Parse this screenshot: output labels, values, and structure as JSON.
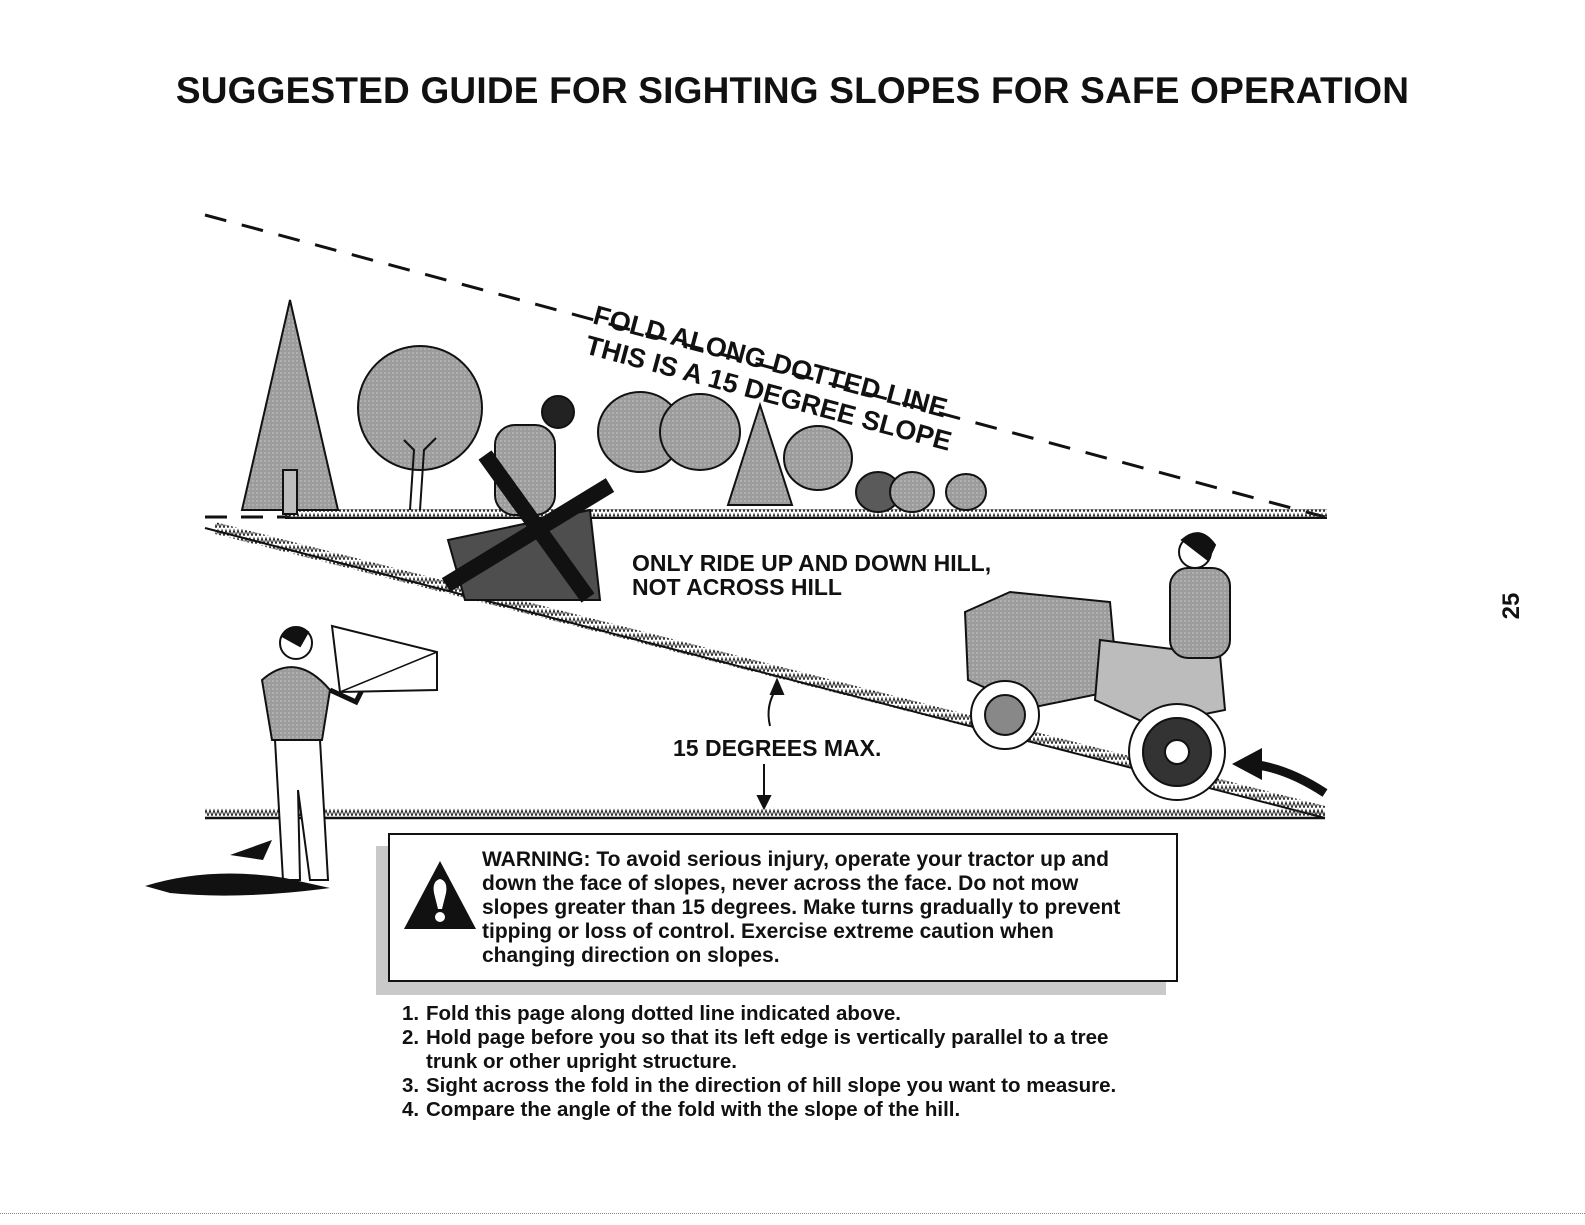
{
  "title": "SUGGESTED GUIDE FOR SIGHTING SLOPES FOR SAFE OPERATION",
  "page_number": "25",
  "fold_line_label": "FOLD ALONG DOTTED LINE",
  "slope_label": "THIS IS A 15 DEGREE SLOPE",
  "ride_caption_line1": "ONLY RIDE UP AND DOWN HILL,",
  "ride_caption_line2": "NOT ACROSS HILL",
  "max_caption": "15 DEGREES MAX.",
  "warning": {
    "lines": [
      "WARNING: To avoid serious injury, operate your tractor up and",
      "down the face of slopes, never across the face. Do not mow",
      "slopes greater than 15 degrees. Make turns gradually to prevent",
      "tipping or loss of control. Exercise extreme caution when",
      "changing direction on slopes."
    ]
  },
  "steps": [
    {
      "num": "1.",
      "lines": [
        "Fold this page along dotted line indicated above."
      ]
    },
    {
      "num": "2.",
      "lines": [
        "Hold page before you so that its left edge is vertically parallel to a tree",
        "trunk or other upright structure."
      ]
    },
    {
      "num": "3.",
      "lines": [
        "Sight across the fold in the direction of hill slope you want to measure."
      ]
    },
    {
      "num": "4.",
      "lines": [
        "Compare the angle of the fold with the slope of the hill."
      ]
    }
  ],
  "colors": {
    "ink": "#111111",
    "tree_fill": "#8f8f8f",
    "tractor_fill": "#a9a9a9",
    "shadow": "#c9c9c9"
  },
  "icons": [
    "warning-triangle-icon",
    "prohibited-x-icon",
    "arrow-icon"
  ]
}
